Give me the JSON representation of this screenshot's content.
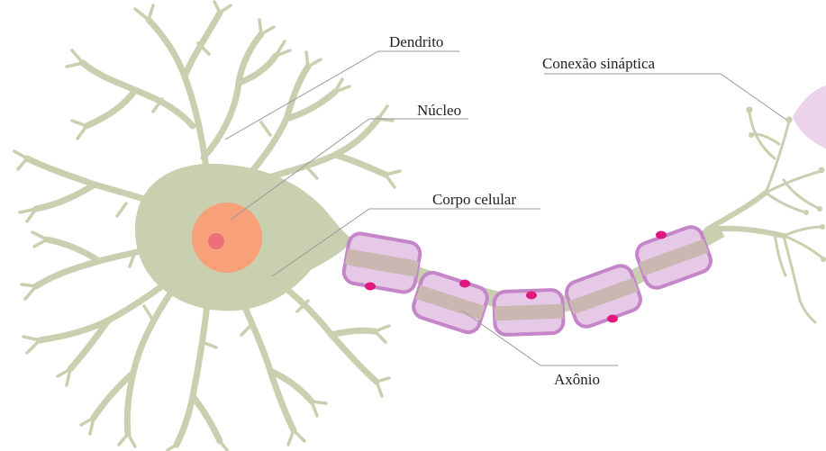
{
  "labels": {
    "dendrite": "Dendrito",
    "nucleus": "Núcleo",
    "cell_body": "Corpo celular",
    "synapse": "Conexão sináptica",
    "axon": "Axônio"
  },
  "colors": {
    "neuron": "#c8d0b0",
    "nucleus": "#f7a07a",
    "nucleolus": "#ee6f7a",
    "myelin_fill": "#e6c9e6",
    "myelin_stroke": "#c586c9",
    "axon_core": "#cbb7b2",
    "schwann_nucleus": "#e0187d",
    "synapse_target": "#ecd3ea",
    "leader_line": "#9a9a9a"
  }
}
